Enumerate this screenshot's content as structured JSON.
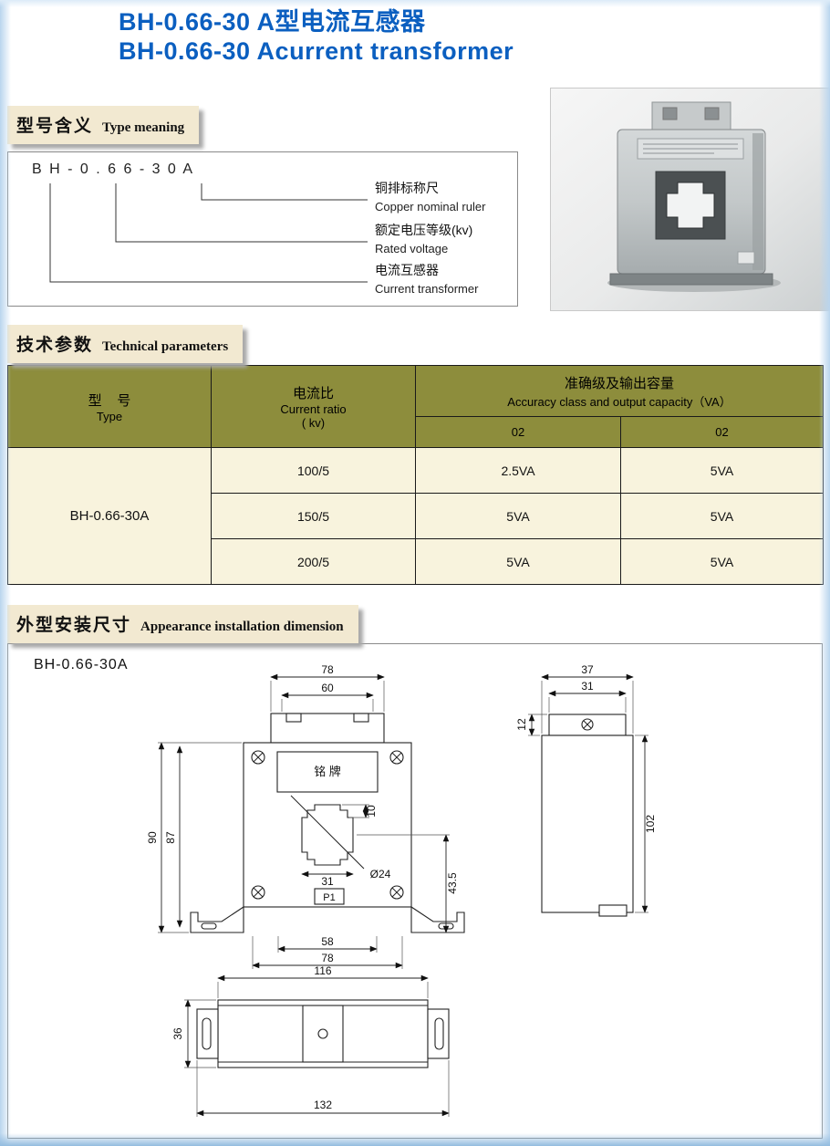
{
  "page": {
    "title_line1": "BH-0.66-30 A型电流互感器",
    "title_line2": "BH-0.66-30 Acurrent transformer"
  },
  "sections": {
    "type_meaning": {
      "cn": "型号含义",
      "en": "Type meaning"
    },
    "technical_parameters": {
      "cn": "技术参数",
      "en": "Technical parameters"
    },
    "dimensions": {
      "cn": "外型安装尺寸",
      "en": "Appearance installation dimension"
    }
  },
  "type_meaning": {
    "model": "B H - 0 . 6 6 - 3 0 A",
    "labels": [
      {
        "cn": "铜排标称尺",
        "en": "Copper nominal ruler"
      },
      {
        "cn": "额定电压等级(kv)",
        "en": "Rated voltage"
      },
      {
        "cn": "电流互感器",
        "en": "Current transformer"
      }
    ]
  },
  "table": {
    "type_header_cn": "型    号",
    "type_header_en": "Type",
    "ratio_header_cn": "电流比",
    "ratio_header_en": "Current ratio",
    "ratio_header_unit": "( kv)",
    "accuracy_header_cn": "准确级及输出容量",
    "accuracy_header_en": "Accuracy class and output capacity（VA）",
    "sub_headers": [
      "02",
      "02"
    ],
    "model": "BH-0.66-30A",
    "rows": [
      {
        "ratio": "100/5",
        "va1": "2.5VA",
        "va2": "5VA"
      },
      {
        "ratio": "150/5",
        "va1": "5VA",
        "va2": "5VA"
      },
      {
        "ratio": "200/5",
        "va1": "5VA",
        "va2": "5VA"
      }
    ]
  },
  "drawing": {
    "model": "BH-0.66-30A",
    "front": {
      "top_outer": "78",
      "top_inner": "60",
      "left_outer": "90",
      "left_inner": "87",
      "hole_width": "31",
      "hole_step": "10",
      "hole_dia": "Ø24",
      "right_height": "43.5",
      "bottom_inner": "58",
      "bottom_outer": "78",
      "nameplate": "铭 牌",
      "terminal": "P1"
    },
    "side": {
      "top_outer": "37",
      "top_inner": "31",
      "tab_height": "12",
      "height": "102"
    },
    "bottom": {
      "top_width": "116",
      "left_height": "36",
      "bottom_width": "132"
    }
  },
  "colors": {
    "title_blue": "#0b5fc0",
    "table_header_olive": "#8d8d3c",
    "table_body_cream": "#f8f3dd",
    "section_beige": "#f2e9d1",
    "frame_blue": "#93bcdf"
  }
}
